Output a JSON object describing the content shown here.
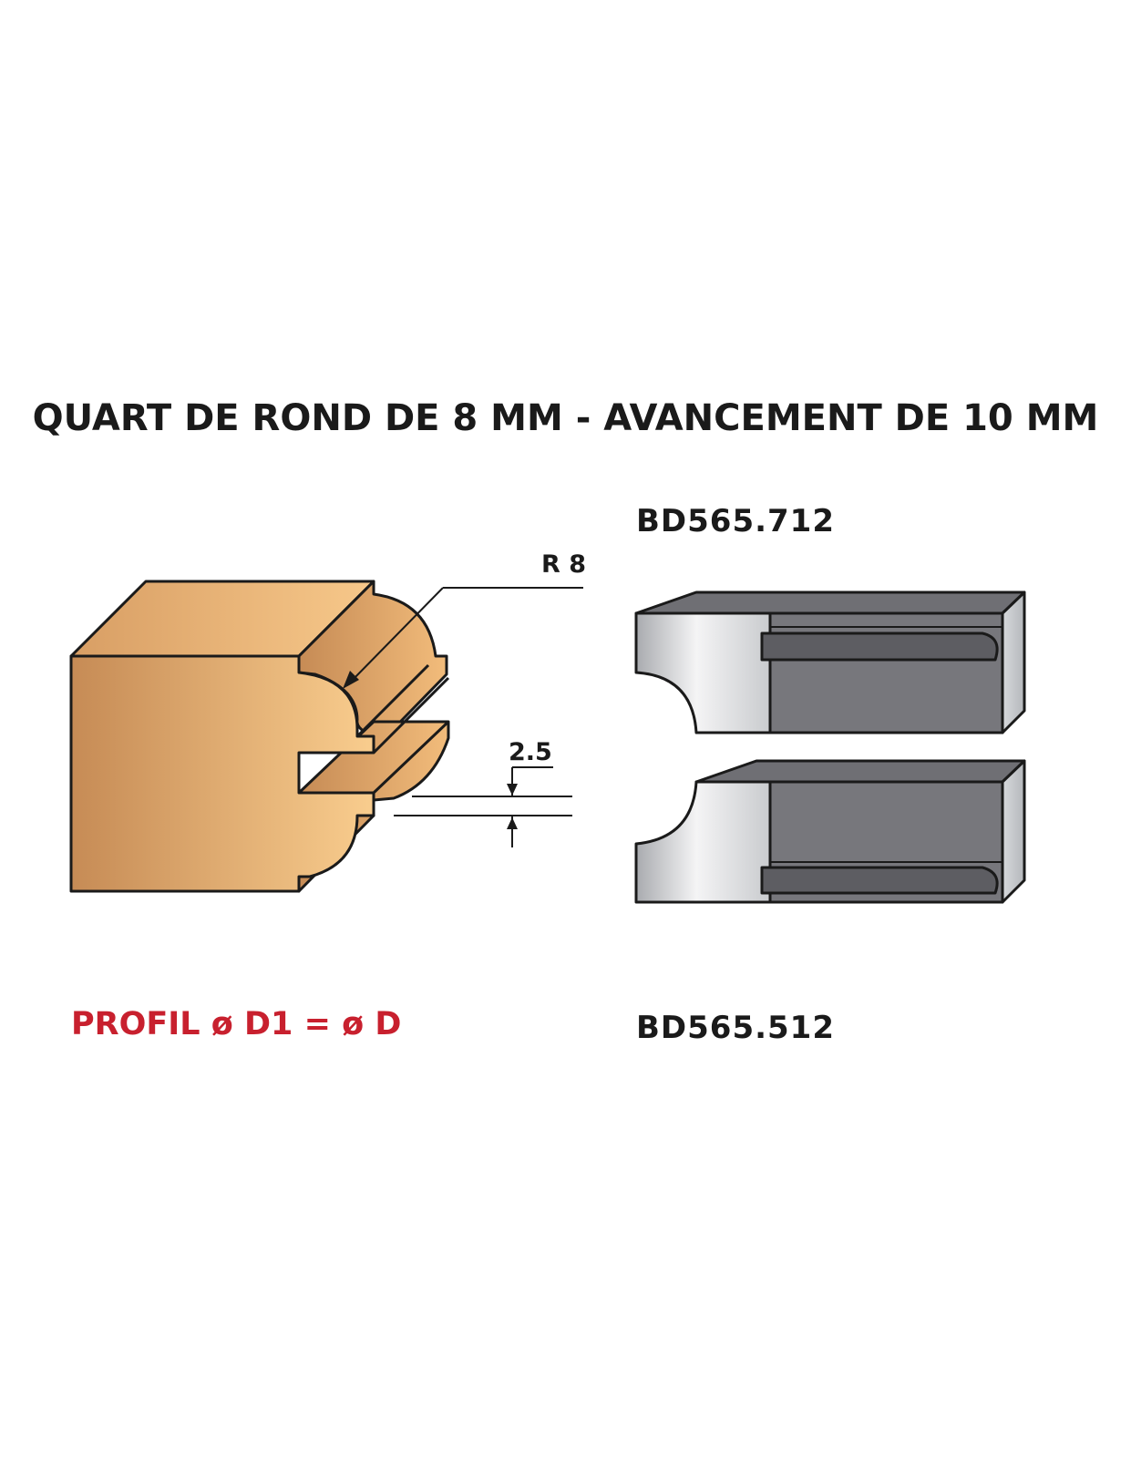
{
  "title": "QUART DE ROND DE 8 MM - AVANCEMENT DE 10 MM",
  "codes": {
    "top": "BD565.712",
    "bottom": "BD565.512"
  },
  "dimensions": {
    "radius": "R 8",
    "offset": "2.5"
  },
  "profile_note": "PROFIL ø D1 = ø D",
  "colors": {
    "wood_light": "#f9cd8e",
    "wood_dark": "#c98f58",
    "steel_dark": "#77777c",
    "steel_light": "#d3d5d8",
    "accent_red": "#c8202e",
    "text": "#1a1a1a"
  }
}
